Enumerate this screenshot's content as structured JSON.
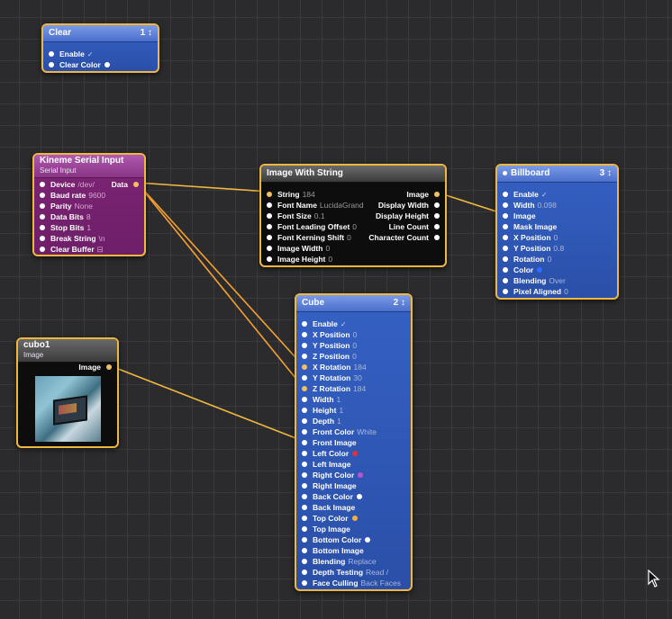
{
  "colors": {
    "wire": "#f0b740",
    "node_border": "#f0b740",
    "node_blue": "#2f57b8",
    "node_purple": "#74216e",
    "node_black": "#0d0d0d"
  },
  "clear": {
    "title": "Clear",
    "count": "1 ↕",
    "ports": [
      {
        "label": "Enable",
        "check": "✓"
      },
      {
        "label": "Clear Color",
        "swatch": "#ffffff"
      }
    ]
  },
  "serial": {
    "title": "Kineme Serial Input",
    "subtitle": "Serial Input",
    "ports": [
      {
        "label": "Device",
        "value": "/dev/"
      },
      {
        "label": "Baud rate",
        "value": "9600"
      },
      {
        "label": "Parity",
        "value": "None"
      },
      {
        "label": "Data Bits",
        "value": "8"
      },
      {
        "label": "Stop Bits",
        "value": "1"
      },
      {
        "label": "Break String",
        "value": "\\n"
      },
      {
        "label": "Clear Buffer",
        "value": "⊟"
      }
    ],
    "outputs": [
      "Data"
    ]
  },
  "imgstr": {
    "title": "Image With String",
    "ports": [
      {
        "label": "String",
        "value": "184"
      },
      {
        "label": "Font Name",
        "value": "LucidaGrand"
      },
      {
        "label": "Font Size",
        "value": "0.1"
      },
      {
        "label": "Font Leading Offset",
        "value": "0"
      },
      {
        "label": "Font Kerning Shift",
        "value": "0"
      },
      {
        "label": "Image Width",
        "value": "0"
      },
      {
        "label": "Image Height",
        "value": "0"
      }
    ],
    "outputs": [
      "Image",
      "Display Width",
      "Display Height",
      "Line Count",
      "Character Count"
    ]
  },
  "billboard": {
    "title": "Billboard",
    "count": "3 ↕",
    "ports": [
      {
        "label": "Enable",
        "check": "✓"
      },
      {
        "label": "Width",
        "value": "0.098"
      },
      {
        "label": "Image"
      },
      {
        "label": "Mask Image"
      },
      {
        "label": "X Position",
        "value": "0"
      },
      {
        "label": "Y Position",
        "value": "0.8"
      },
      {
        "label": "Rotation",
        "value": "0"
      },
      {
        "label": "Color",
        "swatch": "#2f6bff"
      },
      {
        "label": "Blending",
        "value": "Over"
      },
      {
        "label": "Pixel Aligned",
        "value": "0"
      }
    ]
  },
  "cubo": {
    "title": "cubo1",
    "subtitle": "Image",
    "outputs": [
      "Image"
    ]
  },
  "cube": {
    "title": "Cube",
    "count": "2 ↕",
    "ports": [
      {
        "label": "Enable",
        "check": "✓"
      },
      {
        "label": "X Position",
        "value": "0"
      },
      {
        "label": "Y Position",
        "value": "0"
      },
      {
        "label": "Z Position",
        "value": "0"
      },
      {
        "label": "X Rotation",
        "value": "184"
      },
      {
        "label": "Y Rotation",
        "value": "30"
      },
      {
        "label": "Z Rotation",
        "value": "184"
      },
      {
        "label": "Width",
        "value": "1"
      },
      {
        "label": "Height",
        "value": "1"
      },
      {
        "label": "Depth",
        "value": "1"
      },
      {
        "label": "Front Color",
        "value": "White"
      },
      {
        "label": "Front Image"
      },
      {
        "label": "Left Color",
        "swatch": "#e0303a"
      },
      {
        "label": "Left Image"
      },
      {
        "label": "Right Color",
        "swatch": "#c050d0"
      },
      {
        "label": "Right Image"
      },
      {
        "label": "Back Color",
        "swatch": "#ffffff"
      },
      {
        "label": "Back Image"
      },
      {
        "label": "Top Color",
        "swatch": "#f0b040"
      },
      {
        "label": "Top Image"
      },
      {
        "label": "Bottom Color",
        "swatch": "#ffffff"
      },
      {
        "label": "Bottom Image"
      },
      {
        "label": "Blending",
        "value": "Replace"
      },
      {
        "label": "Depth Testing",
        "value": "Read /"
      },
      {
        "label": "Face Culling",
        "value": "Back Faces"
      }
    ]
  }
}
